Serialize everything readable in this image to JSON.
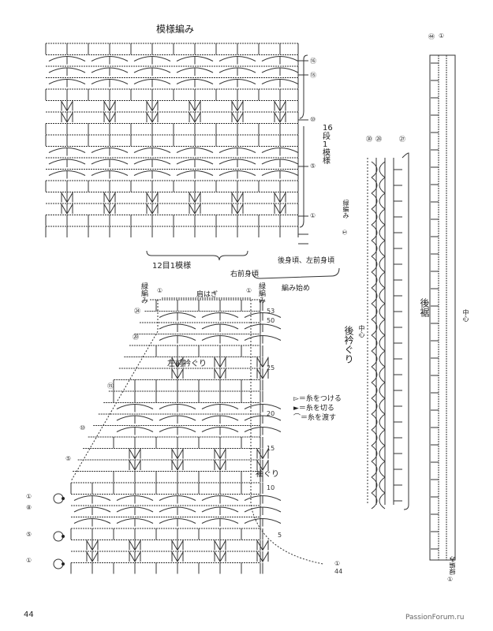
{
  "pattern_swatch": {
    "title": "模様編み",
    "repeat_horizontal": "12目1模様",
    "repeat_vertical": "16段1模様",
    "row_markers": [
      "⑯",
      "⑮",
      "⑩",
      "⑤",
      "①"
    ],
    "label_back_left_front": "後身頃、左前身頃",
    "label_right_front": "右前身頃",
    "label_start": "編み始め"
  },
  "left_front": {
    "label_shoulder": "肩はぎ",
    "label_edging_top_left": "緑編み",
    "label_edging_top_right": "緑編み",
    "marker_one_left": "①",
    "marker_one_right": "①",
    "label_neckline": "左前衿ぐり",
    "label_armhole": "袖ぐり",
    "neck_markers": [
      "㉔",
      "⑳",
      "⑮",
      "⑩",
      "⑤"
    ],
    "edge_markers": [
      "①",
      "⑧",
      "⑤",
      "①"
    ],
    "armhole_markers": [
      "53",
      "50",
      "25",
      "20",
      "15",
      "10",
      "5"
    ],
    "bottom_markers": [
      "①",
      "44"
    ]
  },
  "legend": {
    "items": [
      {
        "symbol": "▻",
        "text": "＝糸をつける"
      },
      {
        "symbol": "►",
        "text": "＝糸を切る"
      },
      {
        "symbol": "⌒",
        "text": "＝糸を渡す"
      }
    ]
  },
  "back_neck": {
    "label": "後衿ぐり",
    "center": "中心",
    "edging_marker": "①",
    "edging_label": "緑編み",
    "top_markers": [
      "㉚",
      "㉘",
      "㉗"
    ]
  },
  "back_hem": {
    "label": "後裾",
    "center": "中心",
    "top_markers": [
      "㊹",
      "①"
    ],
    "bottom_marker": "①",
    "bottom_label": "緑編み"
  },
  "page_number": "44",
  "watermark": "PassionForum.ru"
}
